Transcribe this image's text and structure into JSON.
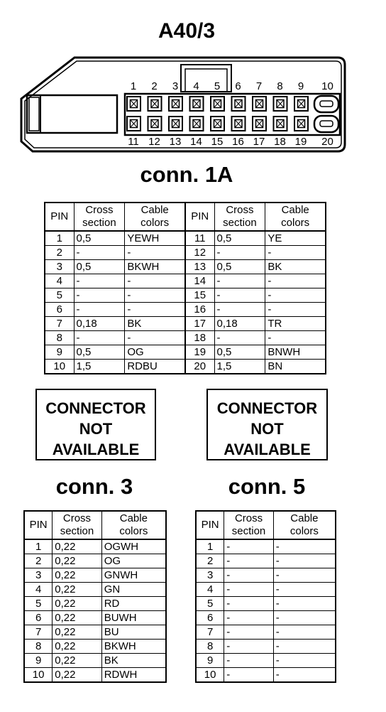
{
  "title": "A40/3",
  "connector_diagram": {
    "top_pins": [
      "1",
      "2",
      "3",
      "4",
      "5",
      "6",
      "7",
      "8",
      "9",
      "10"
    ],
    "bottom_pins": [
      "11",
      "12",
      "13",
      "14",
      "15",
      "16",
      "17",
      "18",
      "19",
      "20"
    ]
  },
  "conn1a": {
    "title": "conn. 1A",
    "headers": {
      "pin": "PIN",
      "cross": "Cross section",
      "colors": "Cable colors"
    },
    "rows": [
      {
        "pin": "1",
        "cross": "0,5",
        "color": "YEWH",
        "pin2": "11",
        "cross2": "0,5",
        "color2": "YE"
      },
      {
        "pin": "2",
        "cross": "-",
        "color": "-",
        "pin2": "12",
        "cross2": "-",
        "color2": "-"
      },
      {
        "pin": "3",
        "cross": "0,5",
        "color": "BKWH",
        "pin2": "13",
        "cross2": "0,5",
        "color2": "BK"
      },
      {
        "pin": "4",
        "cross": "-",
        "color": "-",
        "pin2": "14",
        "cross2": "-",
        "color2": "-"
      },
      {
        "pin": "5",
        "cross": "-",
        "color": "-",
        "pin2": "15",
        "cross2": "-",
        "color2": "-"
      },
      {
        "pin": "6",
        "cross": "-",
        "color": "-",
        "pin2": "16",
        "cross2": "-",
        "color2": "-"
      },
      {
        "pin": "7",
        "cross": "0,18",
        "color": "BK",
        "pin2": "17",
        "cross2": "0,18",
        "color2": "TR"
      },
      {
        "pin": "8",
        "cross": "-",
        "color": "-",
        "pin2": "18",
        "cross2": "-",
        "color2": "-"
      },
      {
        "pin": "9",
        "cross": "0,5",
        "color": "OG",
        "pin2": "19",
        "cross2": "0,5",
        "color2": "BNWH"
      },
      {
        "pin": "10",
        "cross": "1,5",
        "color": "RDBU",
        "pin2": "20",
        "cross2": "1,5",
        "color2": "BN"
      }
    ]
  },
  "not_available": {
    "line1": "CONNECTOR",
    "line2": "NOT",
    "line3": "AVAILABLE"
  },
  "conn3": {
    "title": "conn. 3",
    "headers": {
      "pin": "PIN",
      "cross": "Cross section",
      "colors": "Cable colors"
    },
    "rows": [
      {
        "pin": "1",
        "cross": "0,22",
        "color": "OGWH"
      },
      {
        "pin": "2",
        "cross": "0,22",
        "color": "OG"
      },
      {
        "pin": "3",
        "cross": "0,22",
        "color": "GNWH"
      },
      {
        "pin": "4",
        "cross": "0,22",
        "color": "GN"
      },
      {
        "pin": "5",
        "cross": "0,22",
        "color": "RD"
      },
      {
        "pin": "6",
        "cross": "0,22",
        "color": "BUWH"
      },
      {
        "pin": "7",
        "cross": "0,22",
        "color": "BU"
      },
      {
        "pin": "8",
        "cross": "0,22",
        "color": "BKWH"
      },
      {
        "pin": "9",
        "cross": "0,22",
        "color": "BK"
      },
      {
        "pin": "10",
        "cross": "0,22",
        "color": "RDWH"
      }
    ]
  },
  "conn5": {
    "title": "conn. 5",
    "headers": {
      "pin": "PIN",
      "cross": "Cross section",
      "colors": "Cable colors"
    },
    "rows": [
      {
        "pin": "1",
        "cross": "-",
        "color": "-"
      },
      {
        "pin": "2",
        "cross": "-",
        "color": "-"
      },
      {
        "pin": "3",
        "cross": "-",
        "color": "-"
      },
      {
        "pin": "4",
        "cross": "-",
        "color": "-"
      },
      {
        "pin": "5",
        "cross": "-",
        "color": "-"
      },
      {
        "pin": "6",
        "cross": "-",
        "color": "-"
      },
      {
        "pin": "7",
        "cross": "-",
        "color": "-"
      },
      {
        "pin": "8",
        "cross": "-",
        "color": "-"
      },
      {
        "pin": "9",
        "cross": "-",
        "color": "-"
      },
      {
        "pin": "10",
        "cross": "-",
        "color": "-"
      }
    ]
  }
}
